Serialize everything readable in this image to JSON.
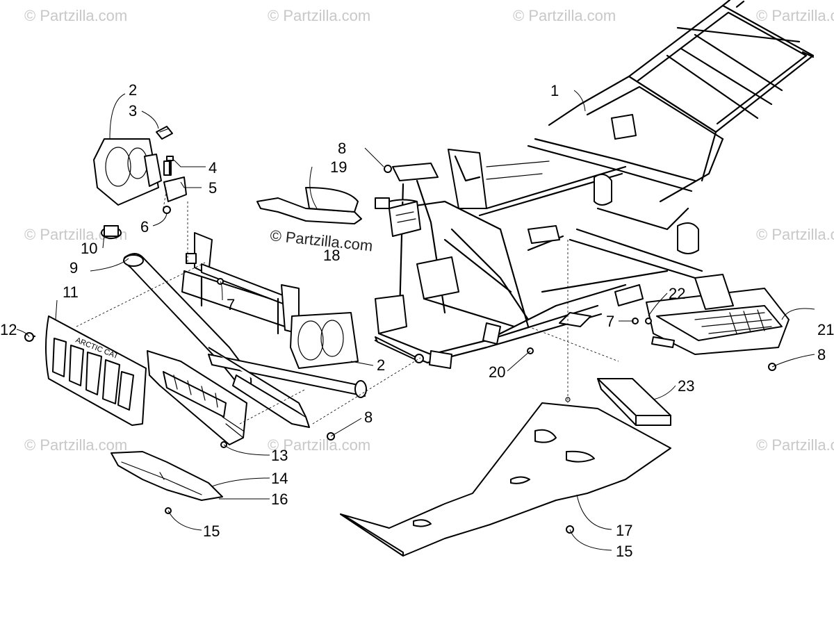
{
  "watermark": {
    "text": "© Partzilla.com",
    "center_text": "© Partzilla.com"
  },
  "brand_plate": "ARCTIC CAT",
  "callouts": [
    {
      "id": "c1",
      "label": "1"
    },
    {
      "id": "c2a",
      "label": "2"
    },
    {
      "id": "c3",
      "label": "3"
    },
    {
      "id": "c4",
      "label": "4"
    },
    {
      "id": "c5",
      "label": "5"
    },
    {
      "id": "c6",
      "label": "6"
    },
    {
      "id": "c7a",
      "label": "7"
    },
    {
      "id": "c8a",
      "label": "8"
    },
    {
      "id": "c19",
      "label": "19"
    },
    {
      "id": "c18",
      "label": "18"
    },
    {
      "id": "c10",
      "label": "10"
    },
    {
      "id": "c9",
      "label": "9"
    },
    {
      "id": "c11",
      "label": "11"
    },
    {
      "id": "c12",
      "label": "12"
    },
    {
      "id": "c2b",
      "label": "2"
    },
    {
      "id": "c8b",
      "label": "8"
    },
    {
      "id": "c13",
      "label": "13"
    },
    {
      "id": "c14",
      "label": "14"
    },
    {
      "id": "c16",
      "label": "16"
    },
    {
      "id": "c15a",
      "label": "15"
    },
    {
      "id": "c20",
      "label": "20"
    },
    {
      "id": "c7b",
      "label": "7"
    },
    {
      "id": "c22",
      "label": "22"
    },
    {
      "id": "c21",
      "label": "21"
    },
    {
      "id": "c8c",
      "label": "8"
    },
    {
      "id": "c23",
      "label": "23"
    },
    {
      "id": "c17",
      "label": "17"
    },
    {
      "id": "c15b",
      "label": "15"
    }
  ]
}
